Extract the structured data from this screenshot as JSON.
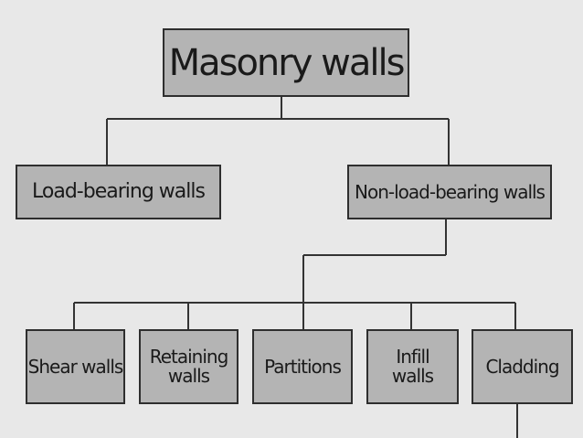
{
  "diagram": {
    "root": {
      "label": "Masonry walls"
    },
    "level1": {
      "load_bearing": "Load-bearing walls",
      "non_load_bearing": "Non-load-bearing walls"
    },
    "leaves": {
      "shear": "Shear walls",
      "retaining": "Retaining\nwalls",
      "partitions": "Partitions",
      "infill": "Infill\nwalls",
      "cladding": "Cladding"
    }
  },
  "colors": {
    "background": "#e8e8e8",
    "box_fill": "#b4b4b4",
    "box_border": "#2e2e2e",
    "line": "#333333"
  }
}
